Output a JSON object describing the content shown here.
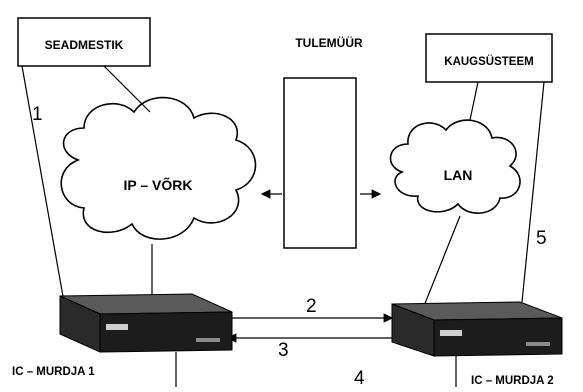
{
  "boxes": {
    "seadmestik": "SEADMESTIK",
    "kaugsusteem": "KAUGSÜSTEEM"
  },
  "clouds": {
    "ip_network": "IP – VÕRK",
    "lan": "LAN"
  },
  "firewall": {
    "label": "TULEMÜÜR"
  },
  "devices": {
    "breaker_1": "IC – MURDJA 1",
    "breaker_2": "IC – MURDJA 2"
  },
  "connections": {
    "n1": "1",
    "n2": "2",
    "n3": "3",
    "n4": "4",
    "n5": "5"
  },
  "colors": {
    "ink": "#000000",
    "paper": "#ffffff",
    "device_dark": "#1c1c1c",
    "device_mid": "#5a5a5a"
  }
}
